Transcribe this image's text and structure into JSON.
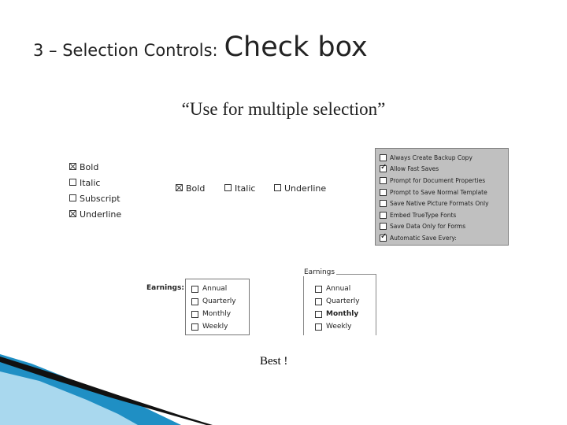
{
  "title": {
    "prefix": "3 – Selection Controls:",
    "main": "Check box"
  },
  "subtitle": "“Use for multiple selection”",
  "vertical_list": [
    {
      "label": "Bold",
      "checked": true
    },
    {
      "label": "Italic",
      "checked": false
    },
    {
      "label": "Subscript",
      "checked": false
    },
    {
      "label": "Underline",
      "checked": true
    }
  ],
  "horizontal_list": [
    {
      "label": "Bold",
      "checked": true
    },
    {
      "label": "Italic",
      "checked": false
    },
    {
      "label": "Underline",
      "checked": false
    }
  ],
  "options_panel": [
    {
      "label": "Always Create Backup Copy",
      "checked": false
    },
    {
      "label": "Allow Fast Saves",
      "checked": true
    },
    {
      "label": "Prompt for Document Properties",
      "checked": false
    },
    {
      "label": "Prompt to Save Normal Template",
      "checked": false
    },
    {
      "label": "Save Native Picture Formats Only",
      "checked": false
    },
    {
      "label": "Embed TrueType Fonts",
      "checked": false
    },
    {
      "label": "Save Data Only for Forms",
      "checked": false
    },
    {
      "label": "Automatic Save Every:",
      "checked": true
    }
  ],
  "earnings_list": {
    "label": "Earnings:",
    "items": [
      {
        "label": "Annual",
        "checked": false
      },
      {
        "label": "Quarterly",
        "checked": false
      },
      {
        "label": "Monthly",
        "checked": false
      },
      {
        "label": "Weekly",
        "checked": false
      }
    ]
  },
  "earnings_group": {
    "title": "Earnings",
    "items": [
      {
        "label": "Annual",
        "checked": false
      },
      {
        "label": "Quarterly",
        "checked": false
      },
      {
        "label": "Monthly",
        "checked": false
      },
      {
        "label": "Weekly",
        "checked": false
      }
    ]
  },
  "footer_note": "Best !",
  "colors": {
    "panel_gray": "#c0c0c0",
    "decor_blue": "#1f8fc4",
    "decor_light": "#a9d8ee"
  }
}
